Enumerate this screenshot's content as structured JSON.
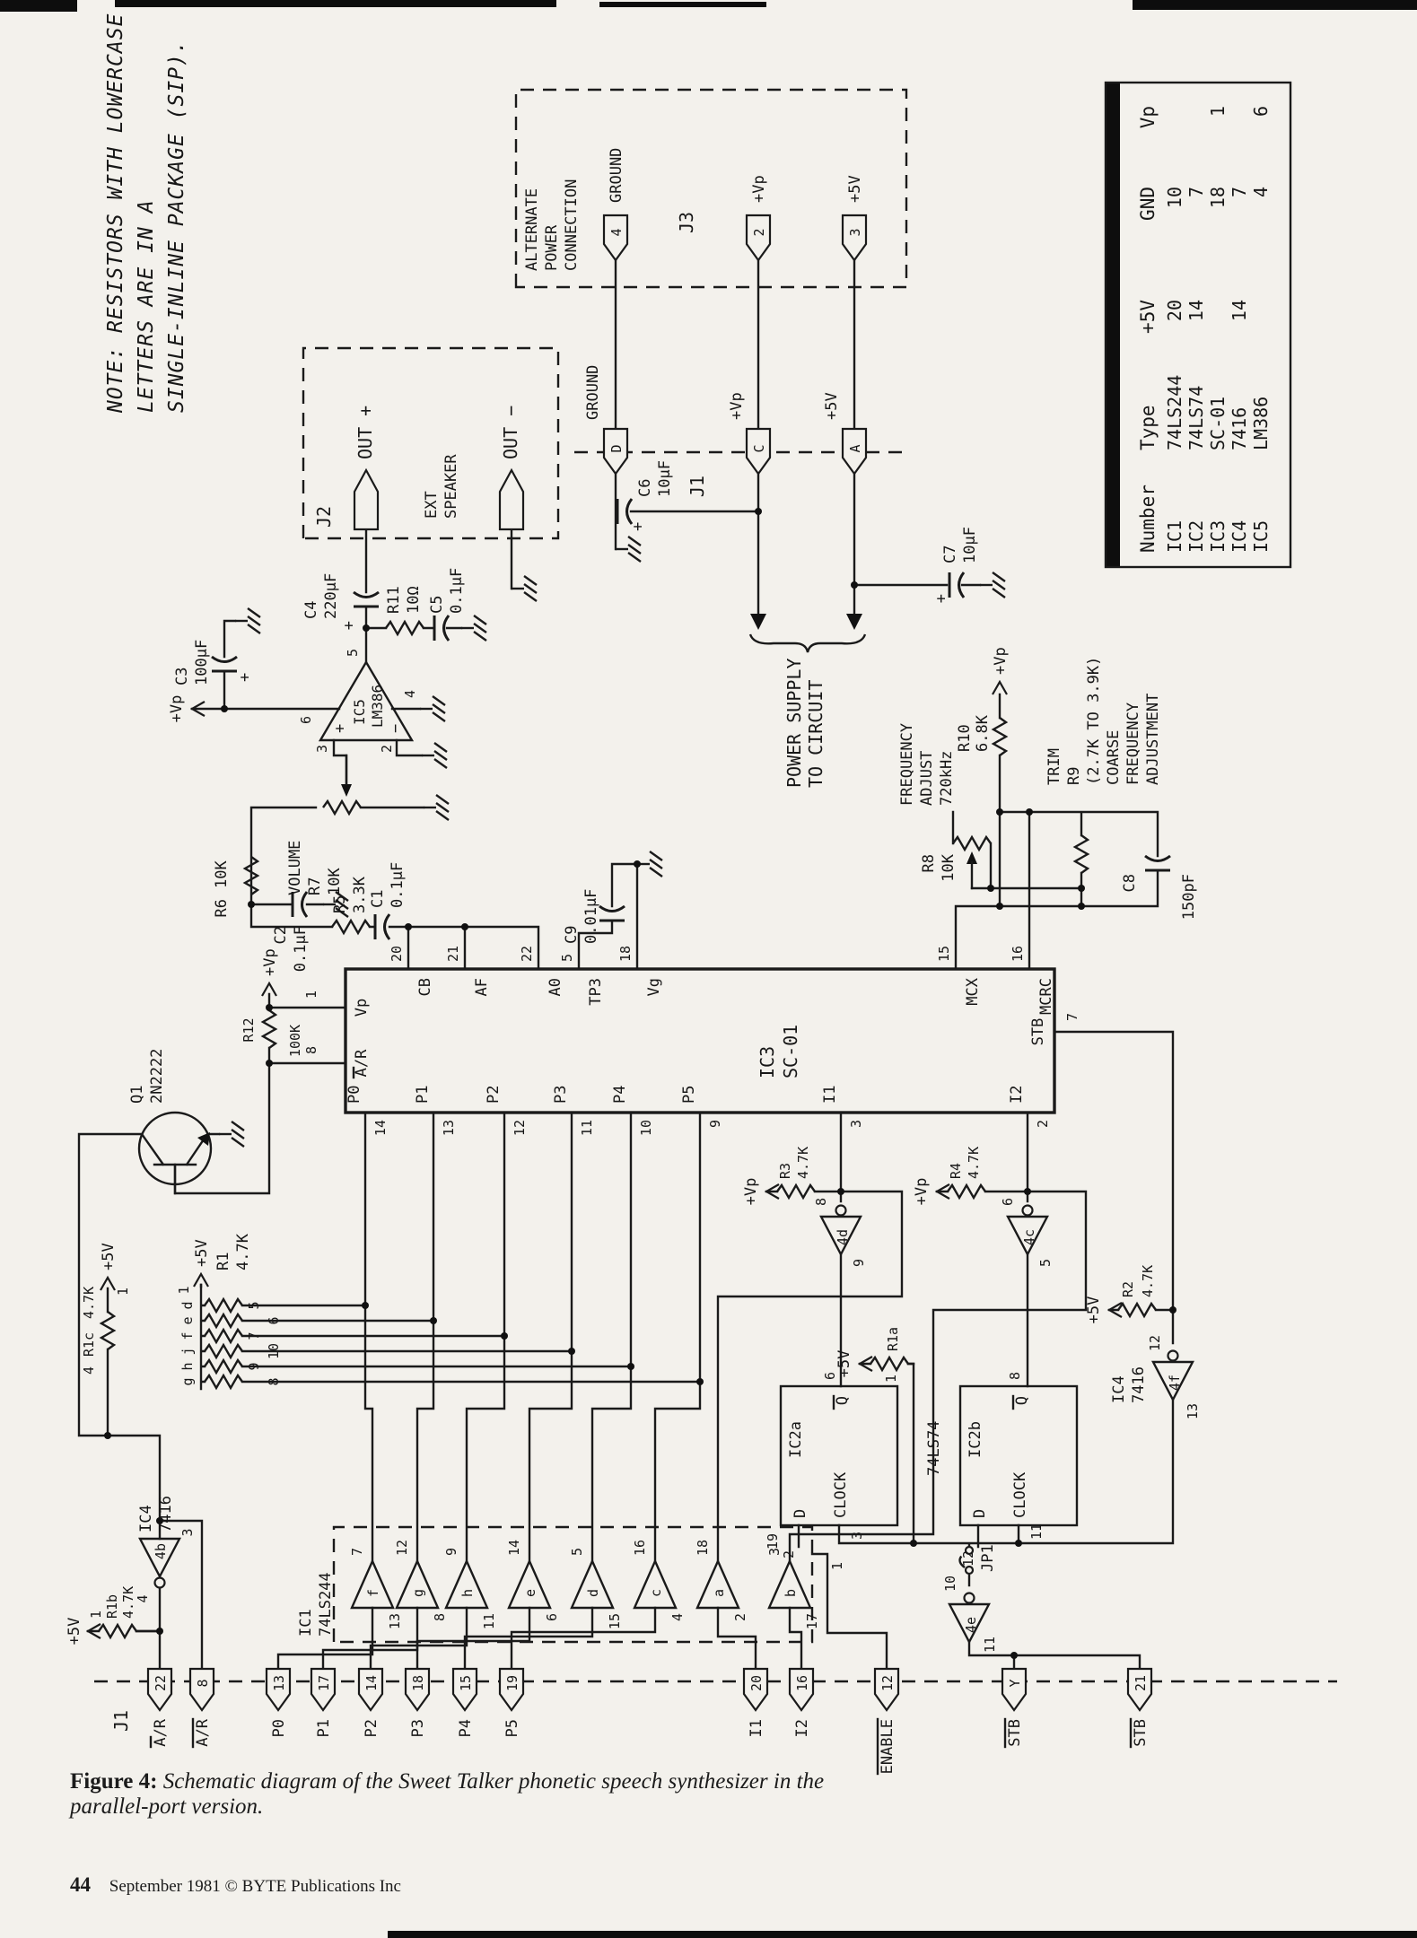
{
  "page": {
    "caption_label": "Figure 4:",
    "caption_text": "Schematic diagram of the Sweet Talker phonetic speech synthesizer in the parallel-port version.",
    "page_number": "44",
    "footer": "September 1981 © BYTE Publications Inc"
  },
  "note": [
    "NOTE: RESISTORS WITH LOWERCASE",
    "LETTERS ARE IN A",
    "SINGLE-INLINE PACKAGE (SIP)."
  ],
  "table": {
    "headers": [
      "Number",
      "Type",
      "+5V",
      "GND",
      "Vp"
    ],
    "rows": [
      [
        "IC1",
        "74LS244",
        "20",
        "10",
        ""
      ],
      [
        "IC2",
        "74LS74",
        "14",
        "7",
        ""
      ],
      [
        "IC3",
        "SC-01",
        "",
        "18",
        "1"
      ],
      [
        "IC4",
        "7416",
        "14",
        "7",
        ""
      ],
      [
        "IC5",
        "LM386",
        "",
        "4",
        "6"
      ]
    ]
  },
  "j1": {
    "label": "J1",
    "pins": [
      {
        "num": "22",
        "name": "A/R"
      },
      {
        "num": "8",
        "name": "A/R"
      },
      {
        "num": "13",
        "name": "P0"
      },
      {
        "num": "17",
        "name": "P1"
      },
      {
        "num": "14",
        "name": "P2"
      },
      {
        "num": "18",
        "name": "P3"
      },
      {
        "num": "15",
        "name": "P4"
      },
      {
        "num": "19",
        "name": "P5"
      },
      {
        "num": "20",
        "name": "I1"
      },
      {
        "num": "16",
        "name": "I2"
      },
      {
        "num": "12",
        "name": "ENABLE"
      },
      {
        "num": "Y",
        "name": "STB"
      },
      {
        "num": "21",
        "name": "STB"
      }
    ]
  },
  "j1p": {
    "label": "J1",
    "pins": [
      {
        "num": "D",
        "name": "GROUND"
      },
      {
        "num": "C",
        "name": "+Vp"
      },
      {
        "num": "A",
        "name": "+5V"
      }
    ]
  },
  "j3": {
    "label": "J3",
    "title": [
      "ALTERNATE",
      "POWER",
      "CONNECTION"
    ],
    "pins": [
      {
        "num": "4",
        "name": "GROUND"
      },
      {
        "num": "2",
        "name": "+Vp"
      },
      {
        "num": "3",
        "name": "+5V"
      }
    ]
  },
  "j2": {
    "label": "J2",
    "out_plus": "OUT +",
    "ext1": "EXT",
    "ext2": "SPEAKER",
    "out_minus": "OUT −"
  },
  "sc01": {
    "ref": "IC3",
    "type": "SC-01",
    "left": [
      {
        "num": "14",
        "name": "P0"
      },
      {
        "num": "13",
        "name": "P1"
      },
      {
        "num": "12",
        "name": "P2"
      },
      {
        "num": "11",
        "name": "P3"
      },
      {
        "num": "10",
        "name": "P4"
      },
      {
        "num": "9",
        "name": "P5"
      },
      {
        "num": "3",
        "name": "I1"
      },
      {
        "num": "2",
        "name": "I2"
      }
    ],
    "right": [
      {
        "num": "20",
        "name": "CB"
      },
      {
        "num": "21",
        "name": "AF"
      },
      {
        "num": "22",
        "name": "A0"
      },
      {
        "num": "5",
        "name": "TP3"
      },
      {
        "num": "18",
        "name": "Vg"
      },
      {
        "num": "15",
        "name": "MCX"
      },
      {
        "num": "16",
        "name": "MCRC"
      }
    ],
    "top": [
      {
        "num": "8",
        "name": "A/R"
      },
      {
        "num": "1",
        "name": "Vp"
      }
    ],
    "bottom": [
      {
        "num": "7",
        "name": "STB"
      }
    ]
  },
  "lm386": {
    "ref": "IC5",
    "type": "LM386",
    "plus": "+",
    "minus": "−",
    "p2": "2",
    "p3": "3",
    "p4": "4",
    "p5": "5",
    "p6": "6"
  },
  "ic2": {
    "type": "74LS74",
    "a": "IC2a",
    "b": "IC2b",
    "d": "D",
    "clock": "CLOCK",
    "q": "Q",
    "a_d": "2",
    "a_clk": "3",
    "a_q": "6",
    "b_d": "12",
    "b_clk": "11",
    "b_q": "8"
  },
  "ic4": {
    "ref": "IC4",
    "type": "7416"
  },
  "gates": {
    "b": {
      "label": "4b",
      "in": "3",
      "out": "4"
    },
    "d": {
      "label": "4d",
      "in": "9",
      "out": "8"
    },
    "c": {
      "label": "4c",
      "in": "5",
      "out": "6"
    },
    "e": {
      "label": "4e",
      "in": "11",
      "out": "10"
    },
    "f": {
      "label": "4f",
      "in": "13",
      "out": "12"
    }
  },
  "jp1": "JP1",
  "buffers": {
    "ref": "IC1",
    "type": "74LS244",
    "en1": "1",
    "en19": "19",
    "items": [
      {
        "letter": "f",
        "in": "13",
        "out": "7"
      },
      {
        "letter": "g",
        "in": "8",
        "out": "12"
      },
      {
        "letter": "h",
        "in": "11",
        "out": "9"
      },
      {
        "letter": "e",
        "in": "6",
        "out": "14"
      },
      {
        "letter": "d",
        "in": "15",
        "out": "5"
      },
      {
        "letter": "c",
        "in": "4",
        "out": "16"
      },
      {
        "letter": "a",
        "in": "2",
        "out": "18"
      },
      {
        "letter": "b",
        "in": "17",
        "out": "3"
      }
    ]
  },
  "sip": {
    "ref": "R1",
    "value": "4.7K",
    "common": "1",
    "items": [
      {
        "letter": "d",
        "pin": "5"
      },
      {
        "letter": "e",
        "pin": "6"
      },
      {
        "letter": "f",
        "pin": "7"
      },
      {
        "letter": "j",
        "pin": "10"
      },
      {
        "letter": "h",
        "pin": "9"
      },
      {
        "letter": "g",
        "pin": "8"
      }
    ]
  },
  "r": {
    "r1a": [
      "R1a",
      "1"
    ],
    "r1b": [
      "R1b",
      "4.7K",
      "1"
    ],
    "r1c": [
      "R1c",
      "4.7K",
      "1",
      "4"
    ],
    "r2": [
      "R2",
      "4.7K"
    ],
    "r3": [
      "R3",
      "4.7K"
    ],
    "r4": [
      "R4",
      "4.7K"
    ],
    "r5": [
      "R5",
      "3.3K"
    ],
    "r6": [
      "R6",
      "10K"
    ],
    "r7": [
      "VOLUME",
      "R7",
      "10K"
    ],
    "r8": [
      "R8",
      "10K"
    ],
    "r10": [
      "R10",
      "6.8K"
    ],
    "r11": [
      "R11",
      "10Ω"
    ],
    "r12": [
      "R12",
      "100K"
    ]
  },
  "c": {
    "c1": [
      "C1",
      "0.1µF"
    ],
    "c2": [
      "C2",
      "0.1µF"
    ],
    "c3": [
      "C3",
      "100µF"
    ],
    "c4": [
      "C4",
      "220µF"
    ],
    "c5": [
      "C5",
      "0.1µF"
    ],
    "c6": [
      "C6",
      "10µF"
    ],
    "c7": [
      "C7",
      "10µF"
    ],
    "c8": [
      "C8",
      "150pF"
    ],
    "c9": [
      "C9",
      "0.01µF"
    ]
  },
  "q1": [
    "Q1",
    "2N2222"
  ],
  "trim": [
    "TRIM",
    "R9",
    "(2.7K TO 3.9K)",
    "COARSE",
    "FREQUENCY",
    "ADJUSTMENT"
  ],
  "freq": [
    "FREQUENCY",
    "ADJUST",
    "720kHz"
  ],
  "psupply": [
    "POWER SUPPLY",
    "TO CIRCUIT"
  ],
  "rails": {
    "vp": "+Vp",
    "v5": "+5V"
  },
  "plus": "+"
}
